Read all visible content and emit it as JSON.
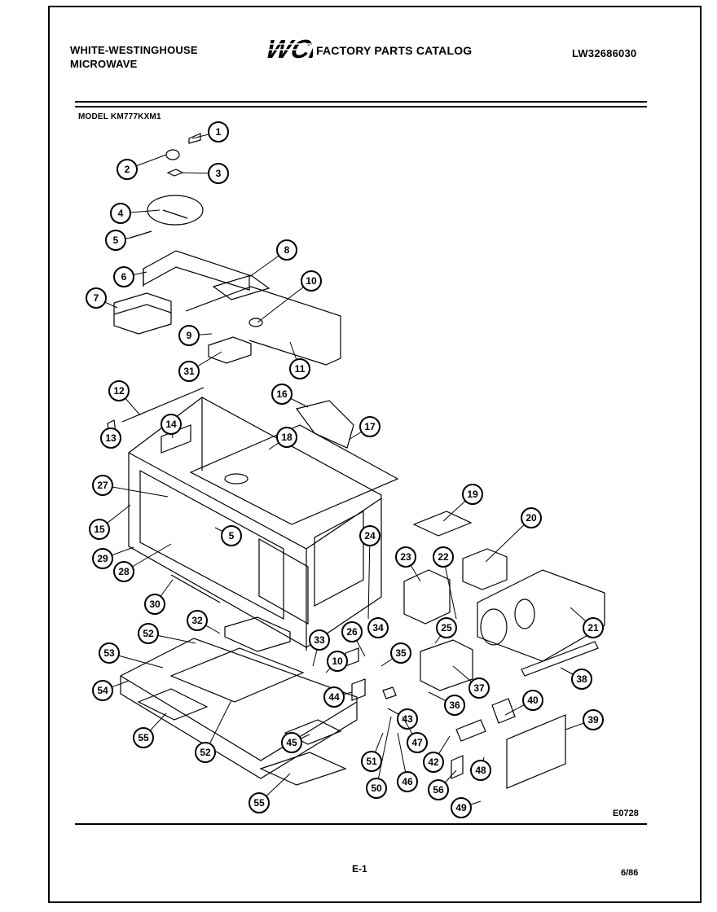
{
  "header": {
    "brand_line1": "WHITE-WESTINGHOUSE",
    "brand_line2": "MICROWAVE",
    "logo_text": "WCI",
    "catalog_title": "FACTORY PARTS CATALOG",
    "catalog_number": "LW32686030",
    "model": "MODEL KM777KXM1"
  },
  "footer": {
    "drawing_code": "E0728",
    "page": "E-1",
    "date": "6/86"
  },
  "callouts": [
    "1",
    "2",
    "3",
    "4",
    "5",
    "6",
    "8",
    "10",
    "7",
    "9",
    "31",
    "11",
    "12",
    "16",
    "17",
    "13",
    "14",
    "18",
    "27",
    "19",
    "20",
    "15",
    "5",
    "24",
    "23",
    "22",
    "29",
    "28",
    "21",
    "30",
    "32",
    "26",
    "34",
    "25",
    "52",
    "33",
    "10",
    "35",
    "53",
    "37",
    "38",
    "54",
    "44",
    "36",
    "40",
    "43",
    "39",
    "55",
    "45",
    "47",
    "52",
    "51",
    "42",
    "48",
    "50",
    "46",
    "56",
    "55",
    "49"
  ]
}
